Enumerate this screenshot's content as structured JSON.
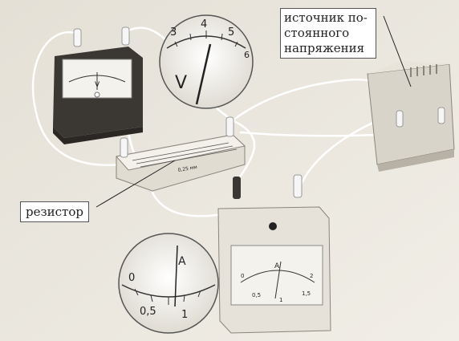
{
  "callouts": {
    "source_line1": "источник по-",
    "source_line2": "стоянного",
    "source_line3": "напряжения",
    "resistor": "резистор"
  },
  "voltmeter": {
    "unit": "V",
    "zoom_ticks": [
      "3",
      "4",
      "5",
      "6"
    ]
  },
  "resistor_body": {
    "label": "0,25 мм"
  },
  "ammeter": {
    "unit": "A",
    "ticks": [
      "0",
      "0,5",
      "1",
      "1,5",
      "2"
    ],
    "zoom_ticks": [
      "0",
      "0,5",
      "1"
    ]
  },
  "colors": {
    "table": "#e9e5db",
    "case_dark": "#3b3733",
    "meter_face": "#f4f2ec",
    "power_case": "#d9d4c9"
  }
}
